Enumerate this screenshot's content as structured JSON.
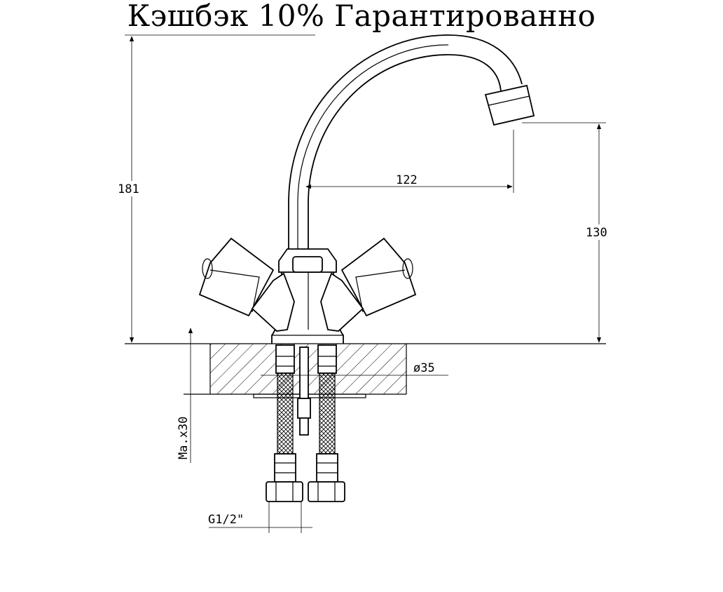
{
  "banner": {
    "text": "Кэшбэк 10% Гарантированно"
  },
  "dimensions": {
    "total_height": "181",
    "spout_reach": "122",
    "spout_height": "130",
    "mount_diameter": "ø35",
    "max_thickness": "Ma.x30",
    "thread": "G1/2\""
  }
}
